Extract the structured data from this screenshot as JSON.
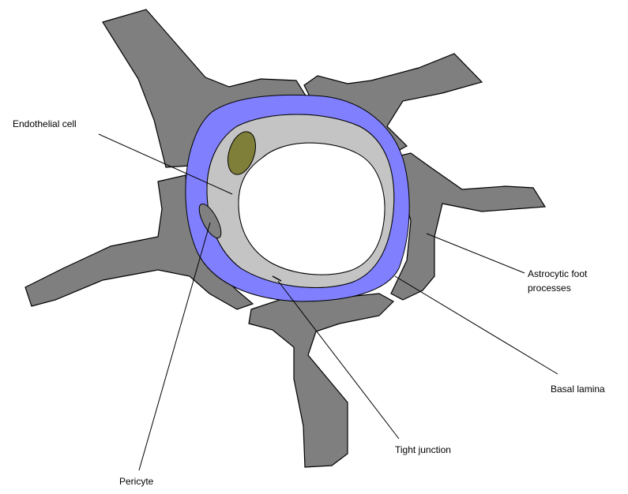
{
  "labels": {
    "endothelial_cell": "Endothelial cell",
    "astrocytic_foot_processes_line1": "Astrocytic foot",
    "astrocytic_foot_processes_line2": "processes",
    "basal_lamina": "Basal lamina",
    "tight_junction": "Tight junction",
    "pericyte": "Pericyte"
  },
  "colors": {
    "astrocyte": "#7f7f7f",
    "basal_lamina": "#8080ff",
    "endothelial": "#c4c4c4",
    "nucleus": "#7f7f3a",
    "pericyte": "#808080",
    "lumen": "#ffffff",
    "outline": "#000000"
  }
}
